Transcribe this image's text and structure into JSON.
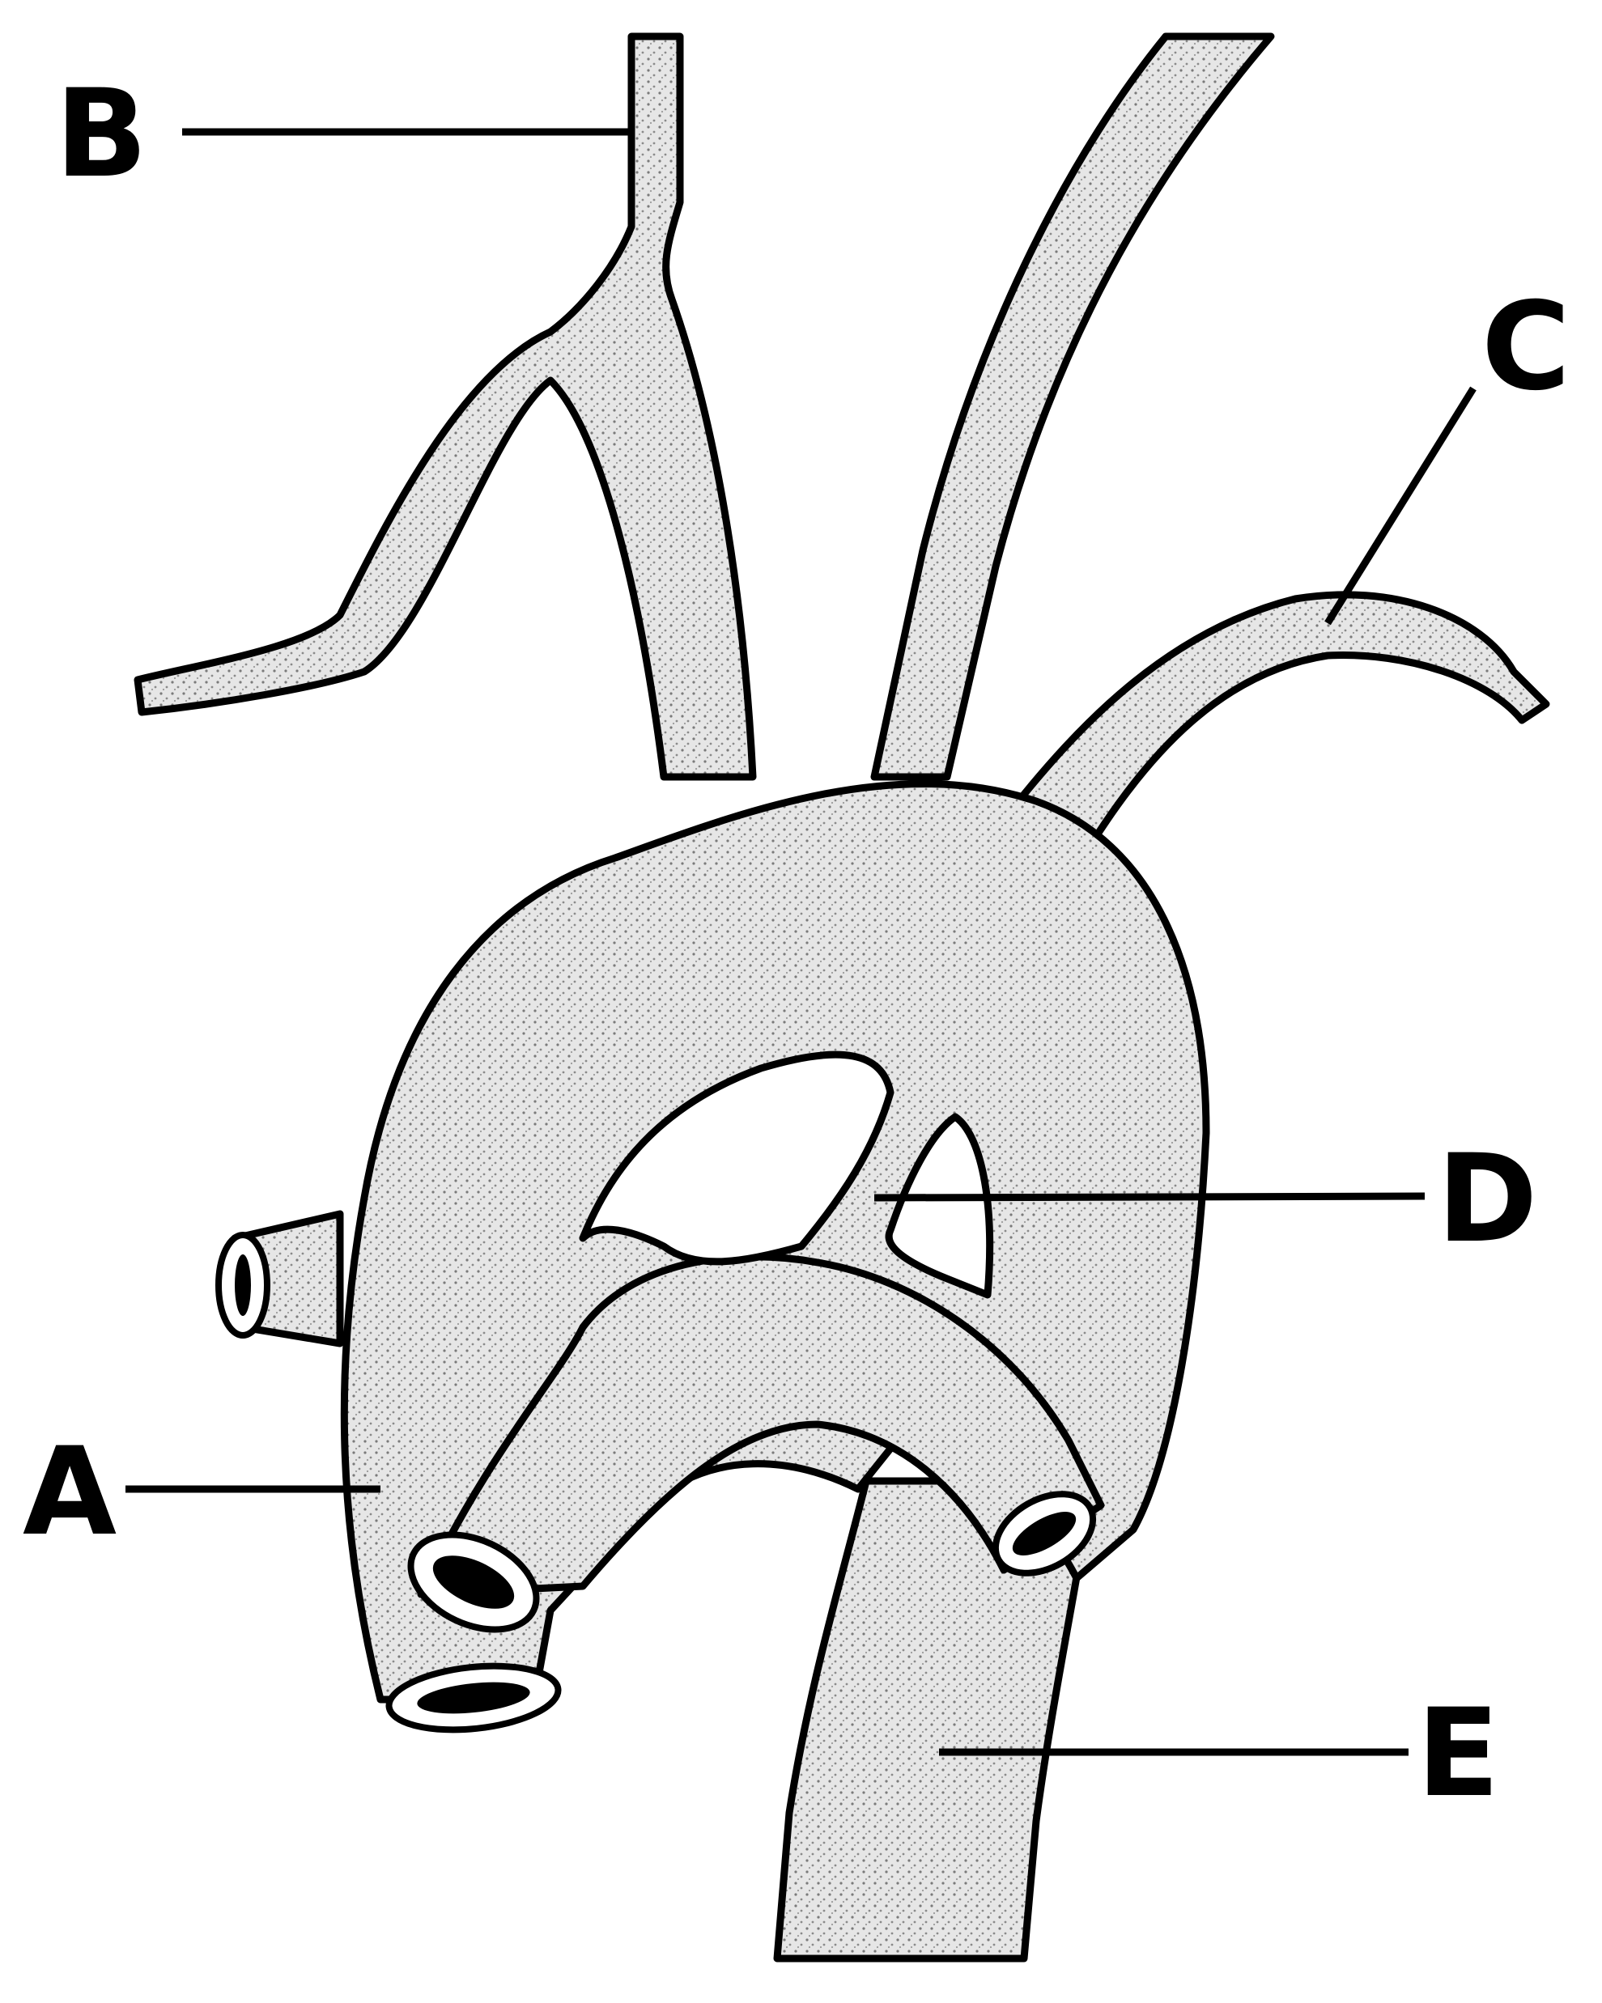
{
  "labels": {
    "a": "A",
    "b": "B",
    "c": "C",
    "d": "D",
    "e": "E"
  },
  "colors": {
    "ink": "#000000",
    "paper": "#ffffff",
    "stipple": "#b8b8b8"
  }
}
